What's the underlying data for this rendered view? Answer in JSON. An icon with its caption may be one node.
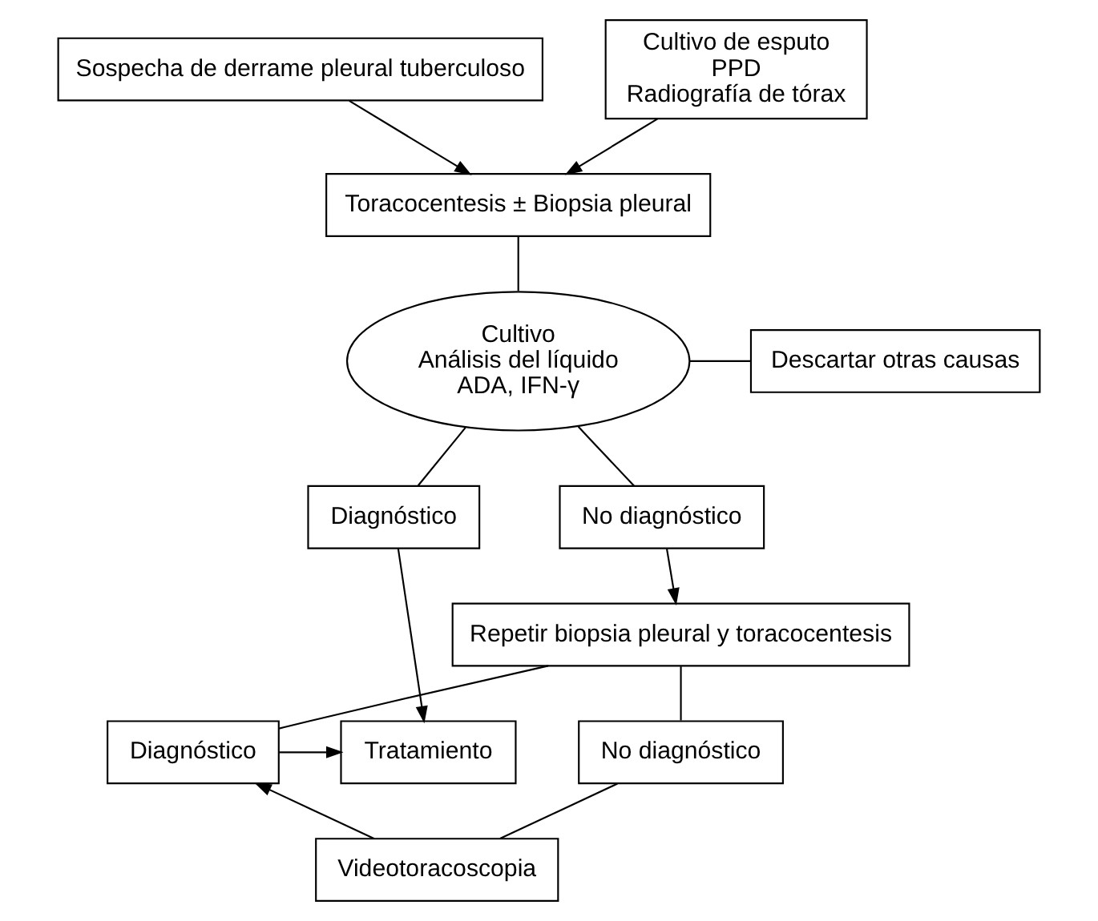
{
  "diagram": {
    "nodes": [
      {
        "text": [
          "Sospecha de derrame pleural tuberculoso"
        ]
      },
      {
        "text": [
          "Cultivo de esputo",
          "PPD",
          "Radiografía de tórax"
        ]
      },
      {
        "text": [
          "Toracocentesis ± Biopsia pleural"
        ]
      },
      {
        "text": [
          "Cultivo",
          "Análisis del líquido",
          "ADA, IFN-γ"
        ]
      },
      {
        "text": [
          "Descartar otras causas"
        ]
      },
      {
        "text": [
          "Diagnóstico"
        ]
      },
      {
        "text": [
          "No diagnóstico"
        ]
      },
      {
        "text": [
          "Repetir biopsia pleural y toracocentesis"
        ]
      },
      {
        "text": [
          "Tratamiento"
        ]
      },
      {
        "text": [
          "Diagnóstico"
        ]
      },
      {
        "text": [
          "No diagnóstico"
        ]
      },
      {
        "text": [
          "Videotoracoscopia"
        ]
      }
    ],
    "edges": [
      {
        "from": 0,
        "to": 2,
        "arrow": "to"
      },
      {
        "from": 1,
        "to": 2,
        "arrow": "to"
      },
      {
        "from": 2,
        "to": 3,
        "arrow": "none"
      },
      {
        "from": 3,
        "to": 4,
        "arrow": "none"
      },
      {
        "from": 3,
        "to": 5,
        "arrow": "none"
      },
      {
        "from": 3,
        "to": 6,
        "arrow": "none"
      },
      {
        "from": 6,
        "to": 7,
        "arrow": "to"
      },
      {
        "from": 5,
        "to": 8,
        "arrow": "to"
      },
      {
        "from": 7,
        "to": 9,
        "arrow": "none"
      },
      {
        "from": 7,
        "to": 10,
        "arrow": "none"
      },
      {
        "from": 9,
        "to": 8,
        "arrow": "to"
      },
      {
        "from": 10,
        "to": 11,
        "arrow": "none"
      },
      {
        "from": 11,
        "to": 9,
        "arrow": "to"
      }
    ]
  }
}
